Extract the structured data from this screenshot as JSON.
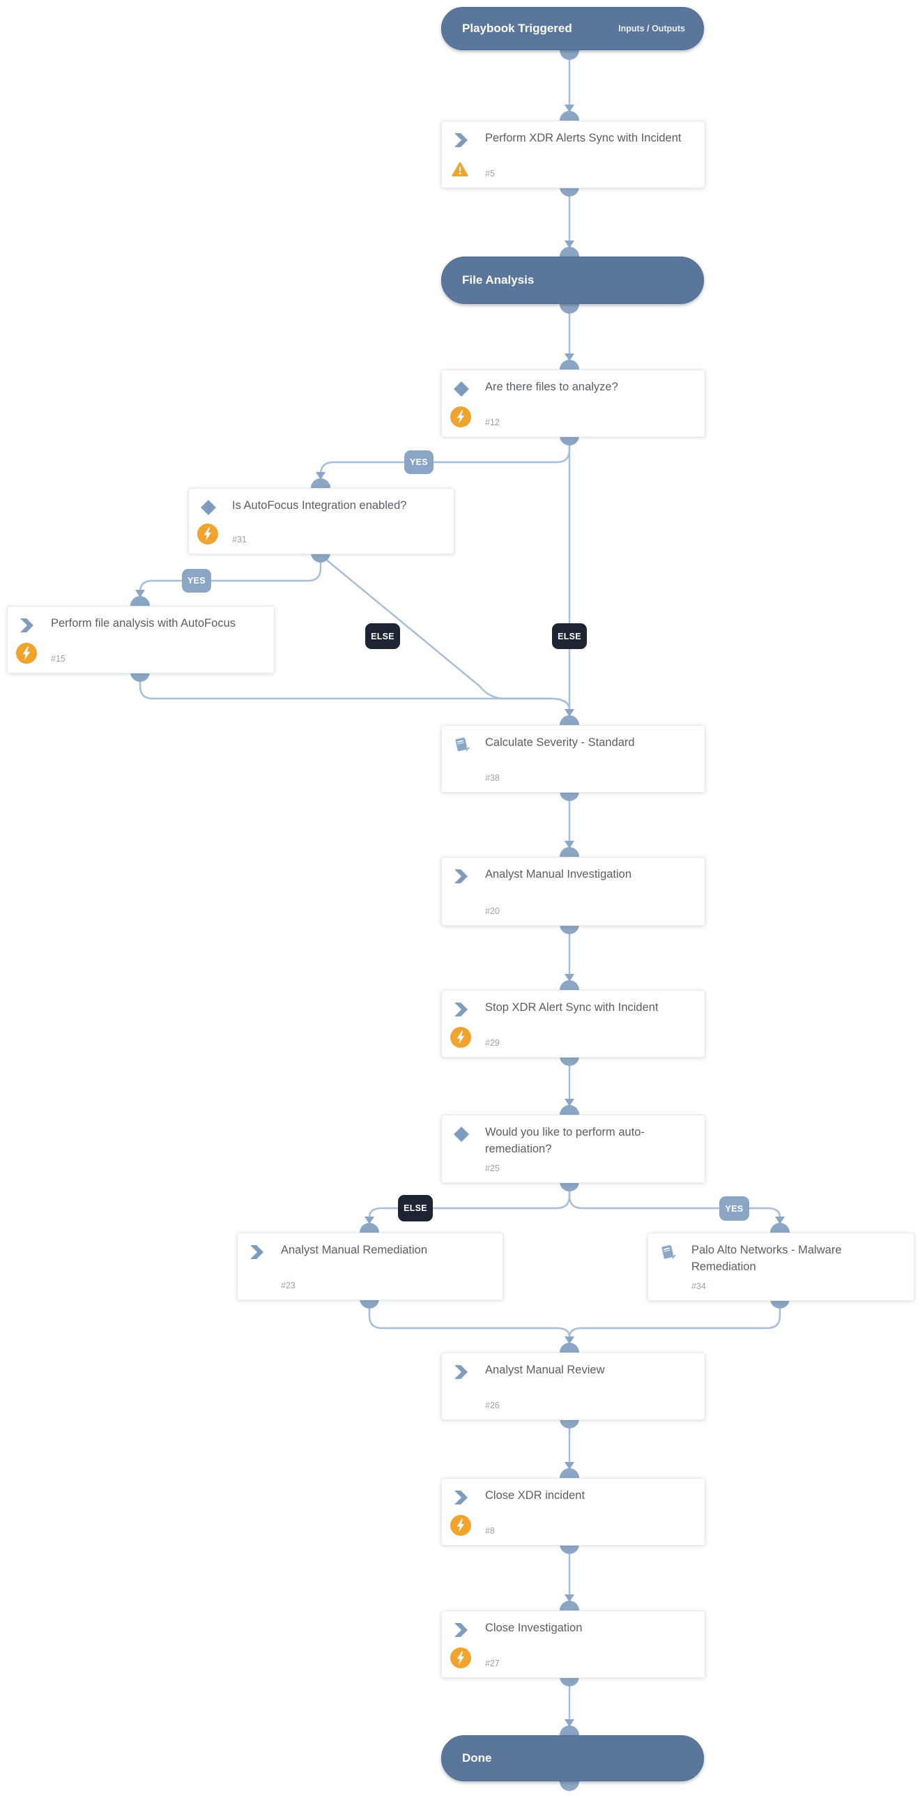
{
  "diagram": {
    "nodes": {
      "playbook_triggered": {
        "title": "Playbook Triggered",
        "link": "Inputs / Outputs"
      },
      "xdr_sync": {
        "title": "Perform XDR Alerts Sync with Incident",
        "number": "#5"
      },
      "file_analysis": {
        "title": "File Analysis"
      },
      "files_condition": {
        "title": "Are there files to analyze?",
        "number": "#12"
      },
      "autofocus_condition": {
        "title": "Is AutoFocus Integration enabled?",
        "number": "#31"
      },
      "autofocus_analysis": {
        "title": "Perform file analysis with AutoFocus",
        "number": "#15"
      },
      "calculate_severity": {
        "title": "Calculate Severity - Standard",
        "number": "#38"
      },
      "manual_investigation": {
        "title": "Analyst Manual Investigation",
        "number": "#20"
      },
      "stop_xdr_sync": {
        "title": "Stop XDR Alert Sync with Incident",
        "number": "#29"
      },
      "auto_remediation_condition": {
        "title": "Would you like to perform auto-remediation?",
        "number": "#25"
      },
      "manual_remediation": {
        "title": "Analyst Manual Remediation",
        "number": "#23"
      },
      "malware_remediation": {
        "title": "Palo Alto Networks - Malware Remediation",
        "number": "#34"
      },
      "manual_review": {
        "title": "Analyst Manual Review",
        "number": "#26"
      },
      "close_xdr": {
        "title": "Close XDR incident",
        "number": "#8"
      },
      "close_investigation": {
        "title": "Close Investigation",
        "number": "#27"
      },
      "done": {
        "title": "Done"
      }
    },
    "branch_labels": {
      "files_yes": "YES",
      "files_else": "ELSE",
      "autofocus_yes": "YES",
      "autofocus_else": "ELSE",
      "remediation_else": "ELSE",
      "remediation_yes": "YES"
    },
    "colors": {
      "section_pill": "#5b769b",
      "connector_line": "#a7bed8",
      "connector_node": "#8ba6c4",
      "yes_label_bg": "#8aa6c4",
      "else_label_bg": "#1d2533",
      "type_icon_blue": "#7d9cbe",
      "status_orange": "#f0a42e",
      "card_title_text": "#595f66",
      "card_number_text": "#9aa1a8"
    }
  }
}
